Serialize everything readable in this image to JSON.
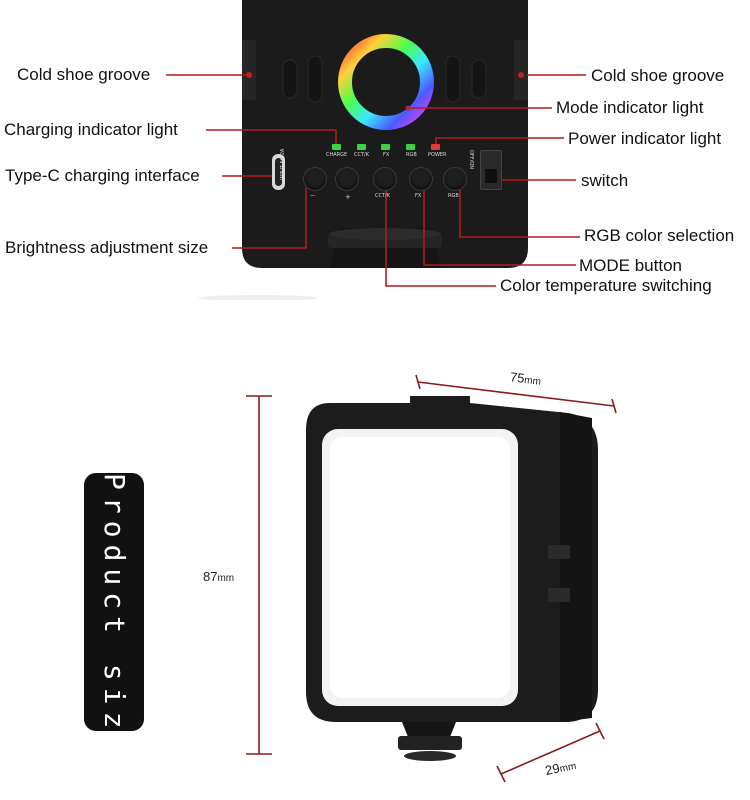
{
  "callouts": {
    "cold_shoe_left": "Cold shoe groove",
    "cold_shoe_right": "Cold shoe groove",
    "mode_indicator": "Mode indicator light",
    "charging_indicator": "Charging indicator light",
    "power_indicator": "Power indicator light",
    "type_c": "Type-C charging interface",
    "switch": "switch",
    "brightness": "Brightness adjustment size",
    "rgb_selection": "RGB color selection",
    "mode_button": "MODE button",
    "color_temp": "Color temperature switching"
  },
  "device_labels": {
    "charge": "CHARGE",
    "cct_k_led": "CCT/K",
    "fx_led": "FX",
    "rgb_led": "RGB",
    "power": "POWER",
    "input": "INPUT 5V/2A",
    "off_on": "OFF/ON",
    "minus": "—",
    "plus": "+",
    "cct_k_btn": "CCT/K",
    "fx_btn": "FX",
    "rgb_btn": "RGB"
  },
  "section_title": "Product size",
  "dimensions": {
    "width": "75",
    "height": "87",
    "depth": "29",
    "unit": "mm"
  },
  "colors": {
    "callout_line": "#b01c1c",
    "device_body": "#1b1b1b",
    "badge_bg": "#111111"
  }
}
